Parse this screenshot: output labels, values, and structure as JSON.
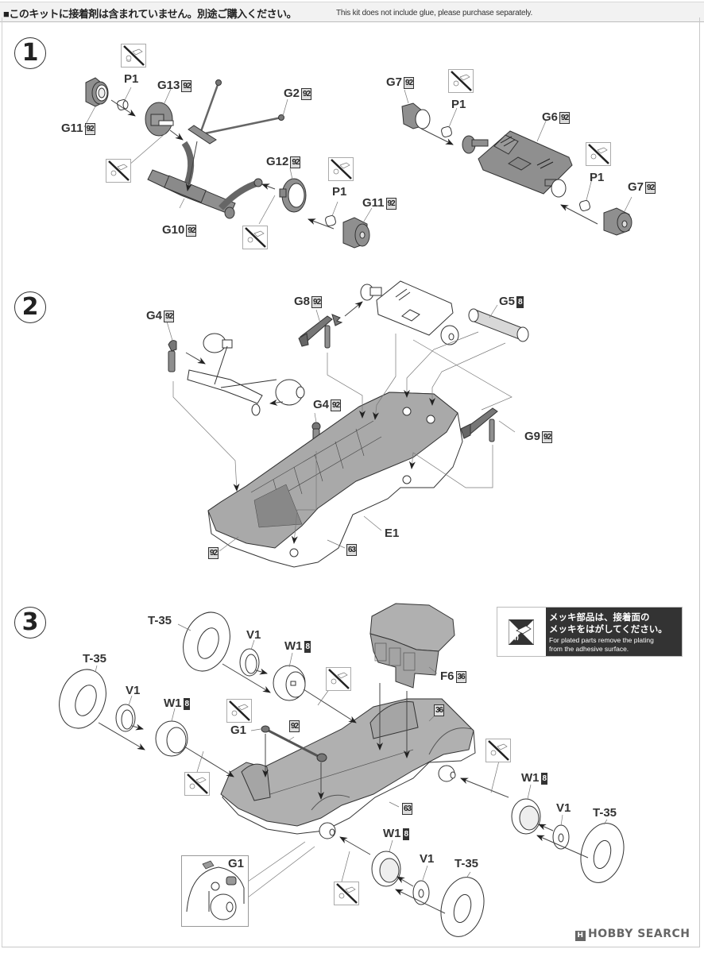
{
  "header": {
    "notice_jp": "■このキットに接着剤は含まれていません。別途ご購入ください。",
    "notice_en": "This kit does not include glue, please purchase separately."
  },
  "colors": {
    "part_gray": "#8f8f8f",
    "chassis_gray": "#a9a9a9",
    "ink": "#2a2a2a",
    "plated_notice_bg": "#333333"
  },
  "icons": {
    "no_glue": "no-glue-icon",
    "remove_plating": "remove-plating-icon"
  },
  "steps": [
    {
      "number": "1",
      "parts": [
        {
          "id": "P1",
          "badge": ""
        },
        {
          "id": "G13",
          "badge": "92"
        },
        {
          "id": "G2",
          "badge": "92"
        },
        {
          "id": "G11",
          "badge": "92"
        },
        {
          "id": "G12",
          "badge": "92"
        },
        {
          "id": "P1",
          "badge": ""
        },
        {
          "id": "G11",
          "badge": "92"
        },
        {
          "id": "G10",
          "badge": "92"
        },
        {
          "id": "G7",
          "badge": "92"
        },
        {
          "id": "P1",
          "badge": ""
        },
        {
          "id": "G6",
          "badge": "92"
        },
        {
          "id": "P1",
          "badge": ""
        },
        {
          "id": "G7",
          "badge": "92"
        }
      ]
    },
    {
      "number": "2",
      "parts": [
        {
          "id": "G4",
          "badge": "92"
        },
        {
          "id": "G8",
          "badge": "92"
        },
        {
          "id": "G5",
          "badge": "8"
        },
        {
          "id": "G4",
          "badge": "92"
        },
        {
          "id": "G9",
          "badge": "92"
        },
        {
          "id": "E1",
          "badge": ""
        }
      ],
      "color_callouts": [
        "92",
        "63"
      ]
    },
    {
      "number": "3",
      "parts": [
        {
          "id": "T-35",
          "badge": ""
        },
        {
          "id": "V1",
          "badge": ""
        },
        {
          "id": "W1",
          "badge": "8"
        },
        {
          "id": "T-35",
          "badge": ""
        },
        {
          "id": "V1",
          "badge": ""
        },
        {
          "id": "W1",
          "badge": "8"
        },
        {
          "id": "G1",
          "badge": ""
        },
        {
          "id": "F6",
          "badge": "36"
        },
        {
          "id": "W1",
          "badge": "8"
        },
        {
          "id": "V1",
          "badge": ""
        },
        {
          "id": "T-35",
          "badge": ""
        },
        {
          "id": "W1",
          "badge": "8"
        },
        {
          "id": "V1",
          "badge": ""
        },
        {
          "id": "T-35",
          "badge": ""
        },
        {
          "id": "G1",
          "badge": ""
        }
      ],
      "color_callouts": [
        "92",
        "36",
        "63"
      ]
    }
  ],
  "plated_notice": {
    "jp_line1": "メッキ部品は、接着面の",
    "jp_line2": "メッキをはがしてください。",
    "en_line1": "For plated parts remove the plating",
    "en_line2": "from the adhesive surface."
  },
  "watermark": {
    "logo": "H",
    "text": "HOBBY SEARCH"
  }
}
